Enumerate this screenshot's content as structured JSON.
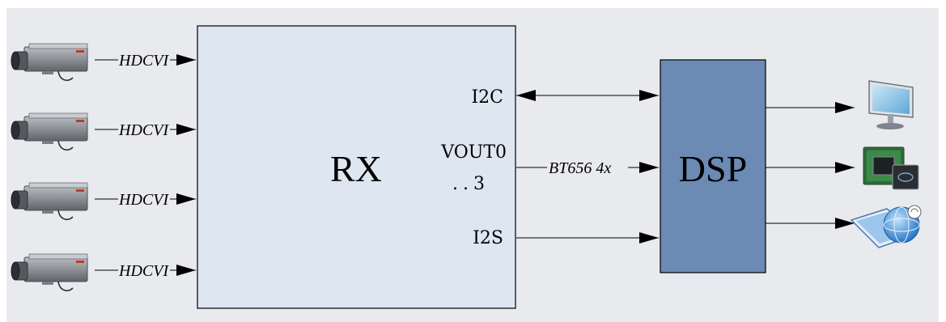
{
  "diagram": {
    "rx_block": {
      "label": "RX",
      "color": "#dde6f1"
    },
    "dsp_block": {
      "label": "DSP",
      "color": "#6b8ab4"
    },
    "background_color": "#e9eaed",
    "cameras": [
      {
        "signal_label": "HDCVI"
      },
      {
        "signal_label": "HDCVI"
      },
      {
        "signal_label": "HDCVI"
      },
      {
        "signal_label": "HDCVI"
      }
    ],
    "rx_ports": {
      "i2c": "I2C",
      "vout_line1": "VOUT0",
      "vout_line2": "..3",
      "i2s": "I2S"
    },
    "links": {
      "bt656": "BT656 4x"
    },
    "outputs": [
      {
        "icon": "monitor-icon"
      },
      {
        "icon": "processor-chip-icon"
      },
      {
        "icon": "network-globe-icon"
      }
    ]
  }
}
